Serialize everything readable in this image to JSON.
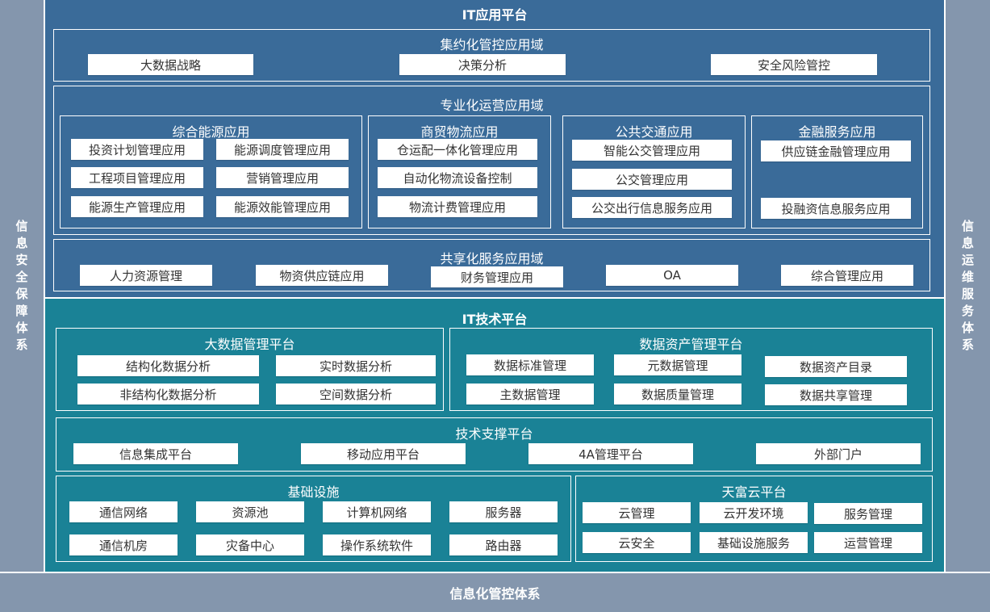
{
  "left_side": "信息安全保障体系",
  "right_side": "信息运维服务体系",
  "bottom_label": "信息化管控体系",
  "it_app_platform": {
    "title": "IT应用平台",
    "intensive": {
      "title": "集约化管控应用域",
      "items": [
        "大数据战略",
        "决策分析",
        "安全风险管控"
      ]
    },
    "professional": {
      "title": "专业化运营应用域",
      "energy": {
        "title": "综合能源应用",
        "items": [
          "投资计划管理应用",
          "能源调度管理应用",
          "工程项目管理应用",
          "营销管理应用",
          "能源生产管理应用",
          "能源效能管理应用"
        ]
      },
      "logistics": {
        "title": "商贸物流应用",
        "items": [
          "仓运配一体化管理应用",
          "自动化物流设备控制",
          "物流计费管理应用"
        ]
      },
      "transit": {
        "title": "公共交通应用",
        "items": [
          "智能公交管理应用",
          "公交管理应用",
          "公交出行信息服务应用"
        ]
      },
      "finance": {
        "title": "金融服务应用",
        "items": [
          "供应链金融管理应用",
          "投融资信息服务应用"
        ]
      }
    },
    "shared": {
      "title": "共享化服务应用域",
      "items": [
        "人力资源管理",
        "物资供应链应用",
        "财务管理应用",
        "OA",
        "综合管理应用"
      ]
    }
  },
  "it_tech_platform": {
    "title": "IT技术平台",
    "bigdata": {
      "title": "大数据管理平台",
      "items": [
        "结构化数据分析",
        "实时数据分析",
        "非结构化数据分析",
        "空间数据分析"
      ]
    },
    "data_asset": {
      "title": "数据资产管理平台",
      "items": [
        "数据标准管理",
        "元数据管理",
        "数据资产目录",
        "主数据管理",
        "数据质量管理",
        "数据共享管理"
      ]
    },
    "tech_support": {
      "title": "技术支撑平台",
      "items": [
        "信息集成平台",
        "移动应用平台",
        "4A管理平台",
        "外部门户"
      ]
    },
    "infrastructure": {
      "title": "基础设施",
      "items": [
        "通信网络",
        "资源池",
        "计算机网络",
        "服务器",
        "通信机房",
        "灾备中心",
        "操作系统软件",
        "路由器"
      ]
    },
    "cloud": {
      "title": "天富云平台",
      "items": [
        "云管理",
        "云开发环境",
        "服务管理",
        "云安全",
        "基础设施服务",
        "运营管理"
      ]
    }
  },
  "colors": {
    "side_bars": "#8496ad",
    "app_platform": "#3a6b99",
    "tech_platform": "#1a8296"
  }
}
